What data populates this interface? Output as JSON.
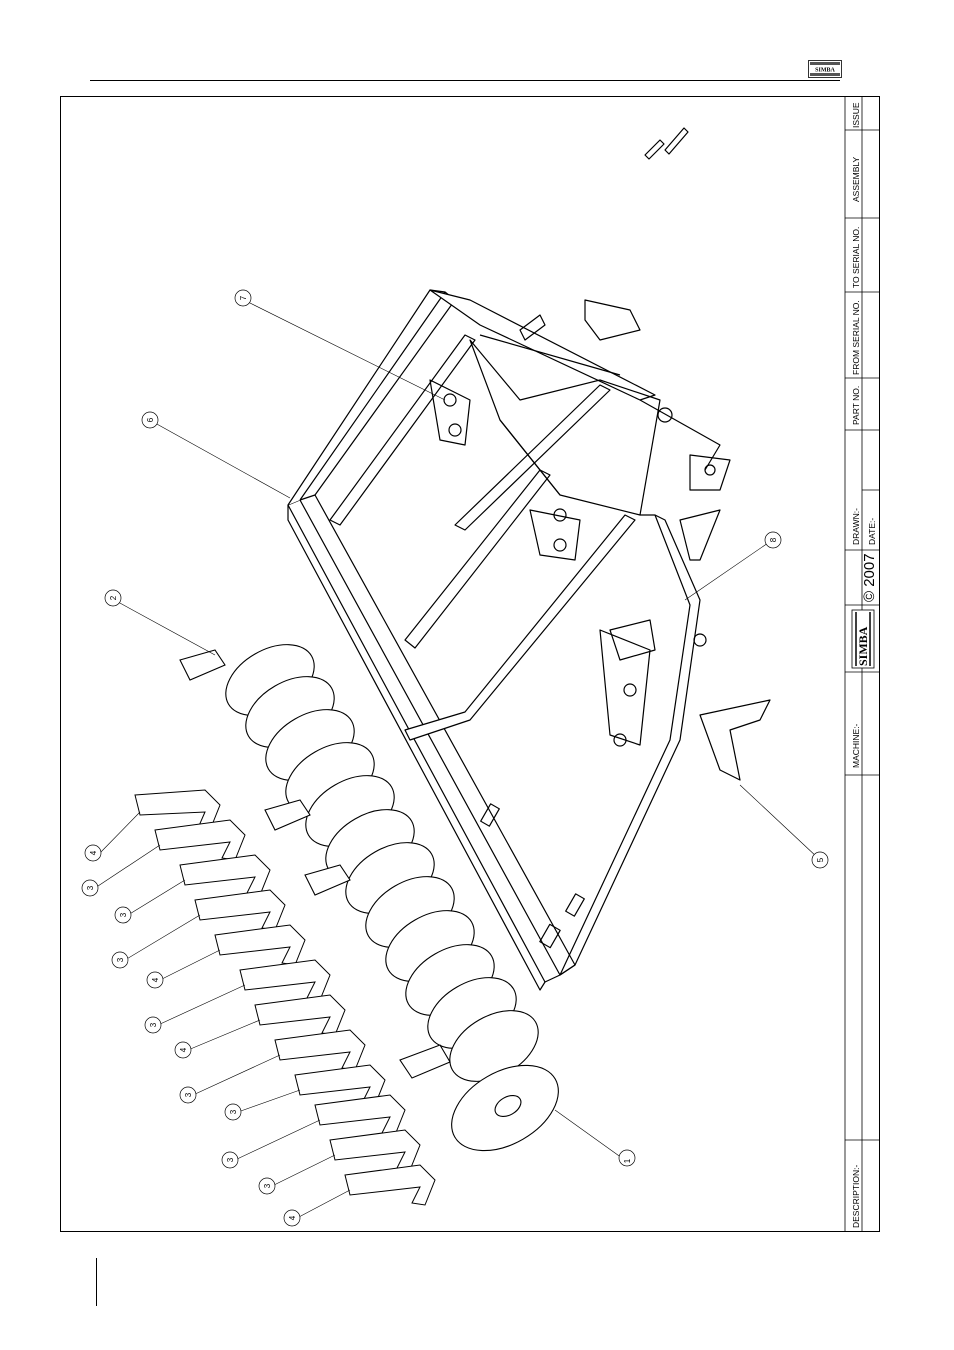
{
  "title_block": {
    "description_label": "DESCRIPTION:-",
    "machine_label": "MACHINE:-",
    "drawn_label": "DRAWN:-",
    "date_label": "DATE:-",
    "part_no_label": "PART NO.",
    "from_serial_label": "FROM SERIAL NO.",
    "to_serial_label": "TO SERIAL NO.",
    "assembly_label": "ASSEMBLY",
    "issue_label": "ISSUE",
    "copyright": "© 2007",
    "logo_text": "SIMBA"
  },
  "header_logo_text": "SIMBA",
  "callouts": [
    {
      "id": "c1",
      "label": "1"
    },
    {
      "id": "c2",
      "label": "2"
    },
    {
      "id": "c3a",
      "label": "3"
    },
    {
      "id": "c3b",
      "label": "3"
    },
    {
      "id": "c3c",
      "label": "3"
    },
    {
      "id": "c3d",
      "label": "3"
    },
    {
      "id": "c3e",
      "label": "3"
    },
    {
      "id": "c3f",
      "label": "3"
    },
    {
      "id": "c3g",
      "label": "3"
    },
    {
      "id": "c3h",
      "label": "3"
    },
    {
      "id": "c4a",
      "label": "4"
    },
    {
      "id": "c4b",
      "label": "4"
    },
    {
      "id": "c4c",
      "label": "4"
    },
    {
      "id": "c4d",
      "label": "4"
    },
    {
      "id": "c5",
      "label": "5"
    },
    {
      "id": "c6",
      "label": "6"
    },
    {
      "id": "c7",
      "label": "7"
    },
    {
      "id": "c8",
      "label": "8"
    }
  ]
}
